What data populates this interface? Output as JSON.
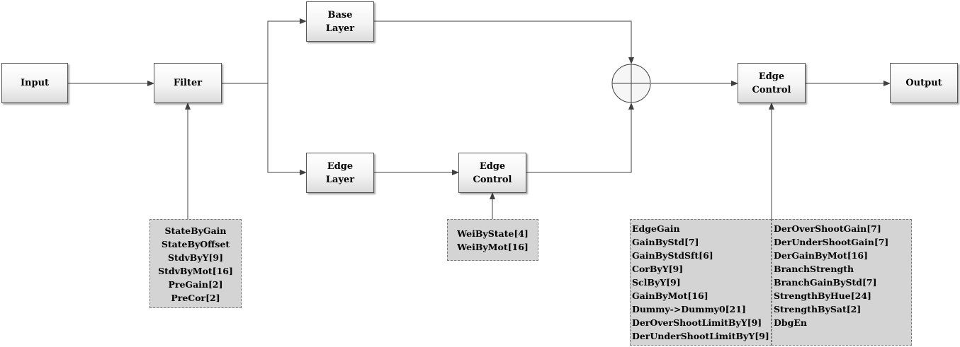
{
  "blocks": {
    "input": "Input",
    "filter": "Filter",
    "base_layer": [
      "Base",
      "Layer"
    ],
    "edge_layer": [
      "Edge",
      "Layer"
    ],
    "edge_control_mid": [
      "Edge",
      "Control"
    ],
    "edge_control_out": [
      "Edge",
      "Control"
    ],
    "output": "Output"
  },
  "filter_params": [
    "StateByGain",
    "StateByOffset",
    "StdvByY[9]",
    "StdvByMot[16]",
    "PreGain[2]",
    "PreCor[2]"
  ],
  "edge_control_params": [
    "WeiByState[4]",
    "WeiByMot[16]"
  ],
  "output_control_params_left": [
    "EdgeGain",
    "GainByStd[7]",
    "GainByStdSft[6]",
    "CorByY[9]",
    "SclByY[9]",
    "GainByMot[16]",
    "Dummy->Dummy0[21]",
    "DerOverShootLimitByY[9]",
    "DerUnderShootLimitByY[9]"
  ],
  "output_control_params_right": [
    "DerOverShootGain[7]",
    "DerUnderShootGain[7]",
    "DerGainByMot[16]",
    "BranchStrength",
    "BranchGainByStd[7]",
    "StrengthByHue[24]",
    "StrengthBySat[2]",
    "DbgEn"
  ],
  "colors": {
    "line": "#404040",
    "param_fill": "#d4d4d4",
    "block_border": "#555555"
  }
}
